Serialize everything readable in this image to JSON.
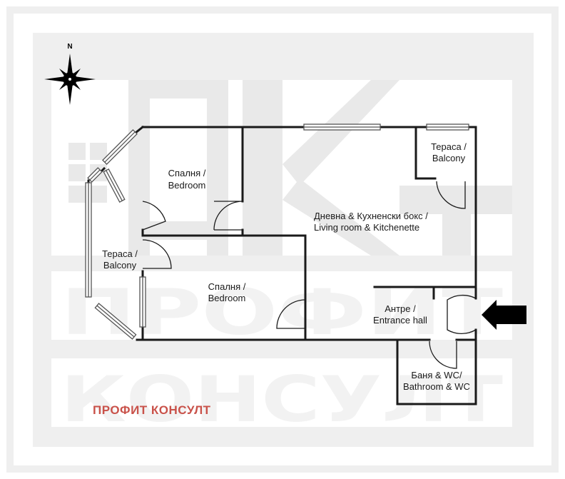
{
  "compass": {
    "north_label": "N"
  },
  "watermark": {
    "line1": "ПРОФИТ",
    "line2": "КОНСУЛТ",
    "color": "#f2f2f2",
    "band_color": "#ececec"
  },
  "brand": {
    "text": "ПРОФИТ КОНСУЛТ",
    "color": "#c9524a"
  },
  "rooms": {
    "bedroom_upper": {
      "line1": "Спалня /",
      "line2": "Bedroom"
    },
    "living": {
      "line1": "Дневна & Кухненски бокс /",
      "line2": "Living room & Kitchenette"
    },
    "terrace_right": {
      "line1": "Тераса /",
      "line2": "Balcony"
    },
    "terrace_left": {
      "line1": "Тераса /",
      "line2": "Balcony"
    },
    "bedroom_lower": {
      "line1": "Спалня /",
      "line2": "Bedroom"
    },
    "entrance": {
      "line1": "Антре /",
      "line2": "Entrance hall"
    },
    "bathroom": {
      "line1": "Баня & WC/",
      "line2": "Bathroom & WC"
    }
  },
  "colors": {
    "wall": "#1a1a1a",
    "window": "#8a8a8a",
    "arrow": "#000000"
  }
}
